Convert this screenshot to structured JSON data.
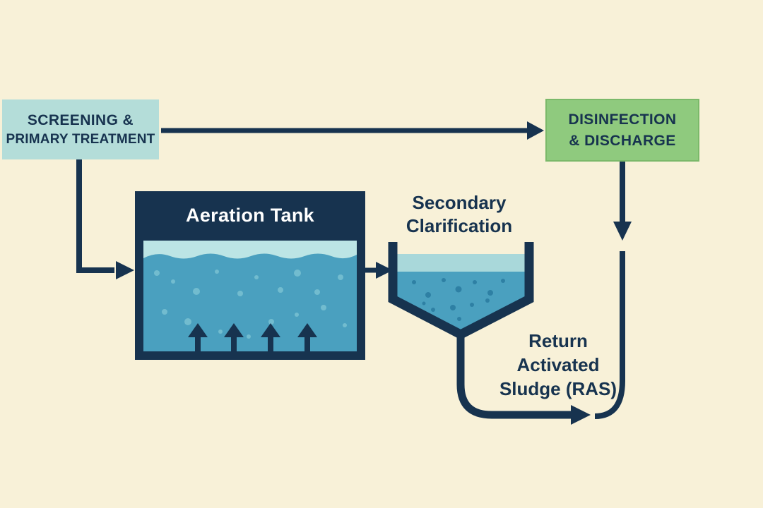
{
  "scene": "wastewater-treatment-process-flow-diagram",
  "colors": {
    "background": "#f8f1d8",
    "line_navy": "#17334f",
    "screening_box_fill": "#b4ddd9",
    "disinfection_box_fill": "#8fca7e",
    "disinfection_box_border": "#7bb96a",
    "tank_body": "#17334f",
    "tank_water": "#4aa0bf",
    "tank_surface_strip": "#bce5e5",
    "tank_bubble": "#72bccf",
    "clarifier_surface_strip": "#a9d8da",
    "clarifier_water": "#4aa0bf",
    "clarifier_particle": "#2e80a4",
    "tank_label_text": "#ffffff"
  },
  "nodes": {
    "screening": {
      "line1": "SCREENING &",
      "line2": "PRIMARY TREATMENT"
    },
    "disinfection": {
      "line1": "DISINFECTION",
      "line2": "& DISCHARGE"
    },
    "aeration_tank": {
      "label": "Aeration Tank"
    },
    "secondary_clarification": {
      "line1": "Secondary",
      "line2": "Clarification"
    },
    "ras": {
      "line1": "Return",
      "line2": "Activated",
      "line3": "Sludge (RAS)"
    }
  },
  "edges": [
    {
      "from": "screening-primary-treatment",
      "to": "disinfection-discharge",
      "style": "straight-horizontal-arrow"
    },
    {
      "from": "screening-primary-treatment",
      "to": "aeration-tank",
      "style": "elbow-down-right-arrow"
    },
    {
      "from": "aeration-tank",
      "to": "secondary-clarifier",
      "style": "short-horizontal-arrow"
    },
    {
      "from": "secondary-clarifier-underflow",
      "to": "return-activated-sludge-junction",
      "style": "curved-pipe-arrow"
    },
    {
      "from": "disinfection-discharge",
      "to": "downstream",
      "style": "vertical-down-arrow"
    }
  ]
}
